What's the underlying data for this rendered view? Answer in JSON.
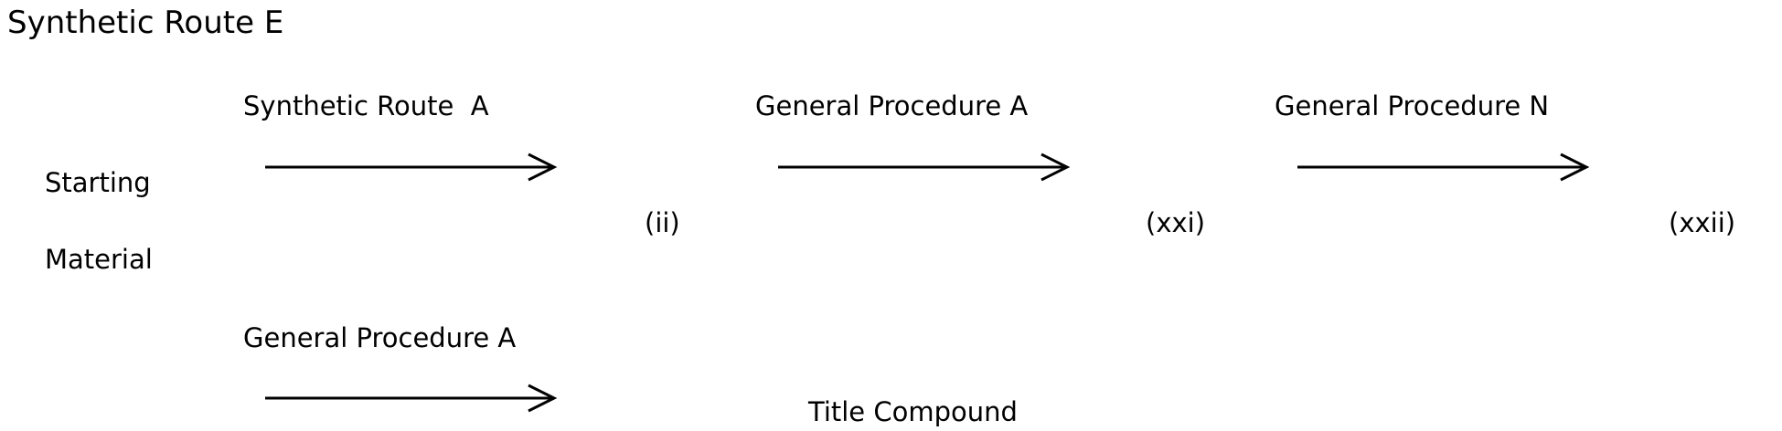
{
  "scheme": {
    "title": "Synthetic Route E",
    "starting_material_line1": "Starting",
    "starting_material_line2": "Material",
    "steps": [
      {
        "label": "Synthetic Route  A"
      },
      {
        "label": "General Procedure A"
      },
      {
        "label": "General Procedure N"
      },
      {
        "label": "General Procedure A"
      }
    ],
    "intermediates": [
      {
        "label": "(ii)"
      },
      {
        "label": "(xxi)"
      },
      {
        "label": "(xxii)"
      }
    ],
    "product": "Title Compound"
  }
}
